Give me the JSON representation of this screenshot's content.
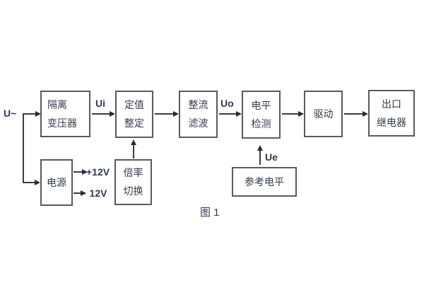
{
  "figure": {
    "caption": "图 1"
  },
  "blocks": {
    "isolation_transformer": {
      "line1": "隔离",
      "line2": "变压器"
    },
    "value_setting": {
      "line1": "定值",
      "line2": "整定"
    },
    "rectifier_filter": {
      "line1": "整流",
      "line2": "滤波"
    },
    "level_detection": {
      "line1": "电平",
      "line2": "检测"
    },
    "driver": {
      "line1": "驱动"
    },
    "output_relay": {
      "line1": "出口",
      "line2": "继电器"
    },
    "power_supply": {
      "line1": "电源"
    },
    "ratio_switch": {
      "line1": "倍率",
      "line2": "切换"
    },
    "reference_level": {
      "line1": "参考电平"
    }
  },
  "signals": {
    "input": "U~",
    "ui": "Ui",
    "uo": "Uo",
    "ue": "Ue",
    "plus_12v": "+12V",
    "minus_12v": "· 12V"
  },
  "colors": {
    "background": "#ffffff",
    "box_border": "#5a5a5a",
    "connector": "#3c3c3c",
    "block_text": "#343b47",
    "signal_text": "#2e3a54"
  }
}
